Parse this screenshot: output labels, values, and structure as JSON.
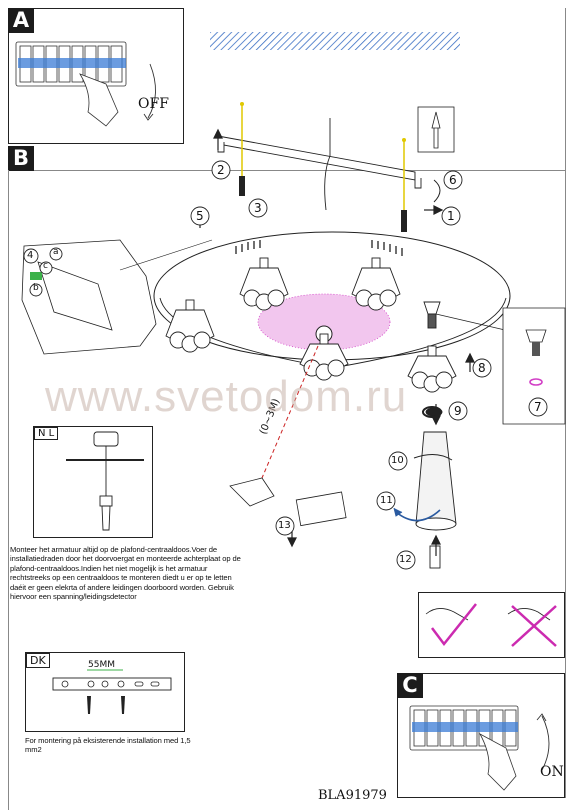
{
  "sections": {
    "a": {
      "tag": "A",
      "off_label": "OFF"
    },
    "b": {
      "tag": "B"
    },
    "c": {
      "tag": "C",
      "on_label": "ON"
    }
  },
  "steps": [
    "1",
    "2",
    "3",
    "4",
    "5",
    "6",
    "7",
    "8",
    "9",
    "10",
    "11",
    "12",
    "13"
  ],
  "wire_labels": [
    "a",
    "b",
    "c"
  ],
  "remote_range": "(0~3M)",
  "nl": {
    "tag": "N L",
    "text": "Monteer het armatuur altijd op de plafond-centraaldoos.Voer de installatiedraden door het doorvoergat en monteerde achterplaat op de plafond-centraaldoos.Indien het niet mogelijk is het armatuur rechtstreeks op een centraaldoos te monteren diedt u er op te letten daéit er geen elekrta of andere leidingen doorboord worden. Gebruik hiervoor een spanning/leidingsdetector"
  },
  "dk": {
    "tag": "DK",
    "measure": "55MM",
    "text": "For montering på eksisterende installation med 1,5 mm2"
  },
  "model": "BLA91979",
  "watermark": "www.svetodom.ru",
  "colors": {
    "laser": "#cc2222",
    "check": "#cc2bb0",
    "wire": "#e0c800",
    "led": "#d23fc6"
  }
}
